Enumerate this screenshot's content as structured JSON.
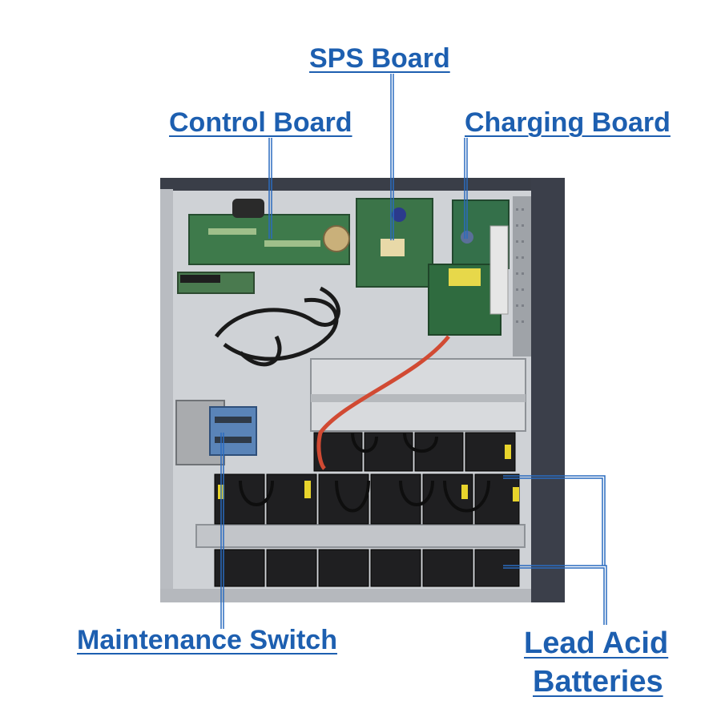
{
  "labels": {
    "sps_board": "SPS Board",
    "control_board": "Control Board",
    "charging_board": "Charging Board",
    "maintenance_switch": "Maintenance Switch",
    "lead_acid_line1": "Lead Acid",
    "lead_acid_line2": "Batteries"
  },
  "colors": {
    "label_text": "#1d5fb0",
    "leader_line": "#2a6bbf",
    "cabinet_frame": "#3b3f4a",
    "cabinet_interior": "#c9ccd0",
    "pcb_green": "#2f6b3f",
    "battery_black": "#1e1e20",
    "cable_red": "#d0462f"
  }
}
